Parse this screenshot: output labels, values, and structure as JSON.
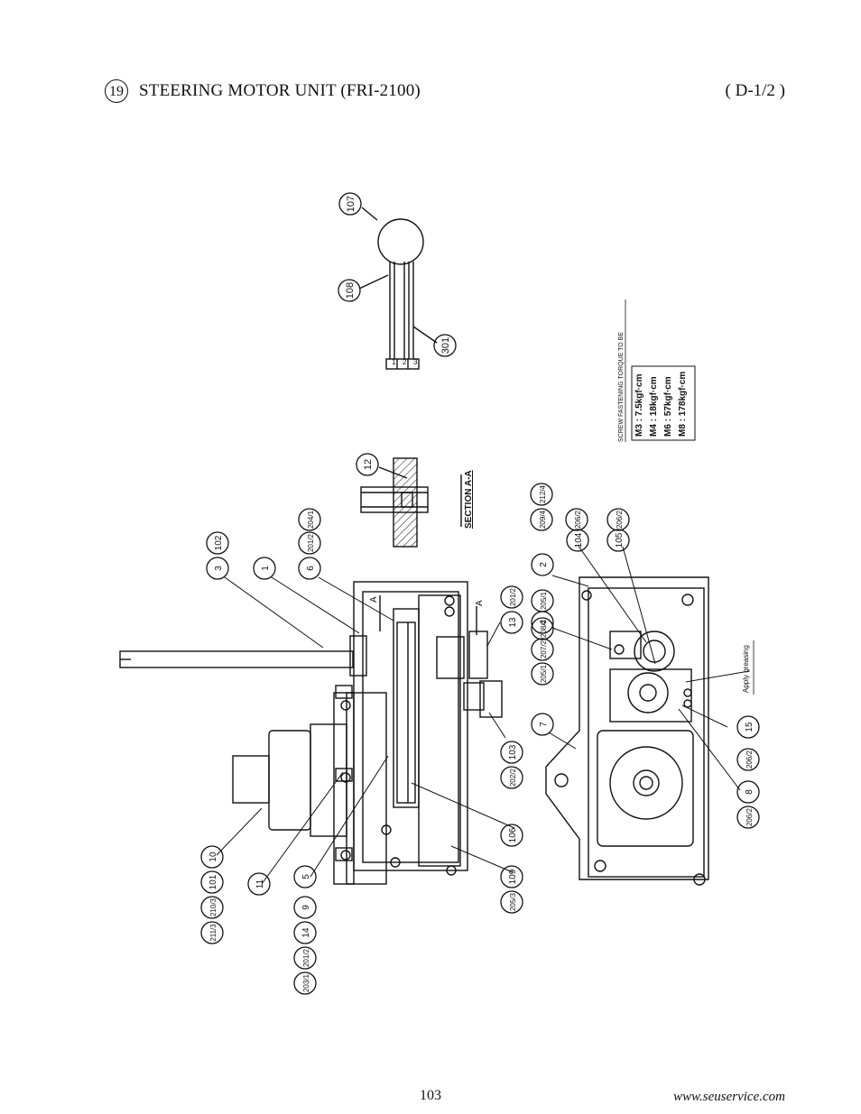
{
  "header": {
    "section_number": "19",
    "title": "STEERING MOTOR UNIT (FRI-2100)",
    "page_ref": "( D-1/2 )"
  },
  "drawing": {
    "connector": {
      "parts": [
        "107",
        "108",
        "301"
      ],
      "pins": [
        "1",
        "2",
        "3"
      ]
    },
    "section_label": "SECTION A-A",
    "section_part": "12",
    "cut_mark": "A",
    "torque_note": {
      "heading": "SCREW FASTENING TORQUE TO BE",
      "rows": [
        "M3 : 7.5kgf·cm",
        "M4 : 18kgf·cm",
        "M6 : 57kgf·cm",
        "M8 : 178kgf·cm"
      ]
    },
    "grease_note": "Apply greasing",
    "balloons": [
      "3",
      "102",
      "1",
      "6",
      "201/2",
      "204/1",
      "13",
      "201/2",
      "209/4",
      "212/4",
      "206/2",
      "206/2",
      "2",
      "104",
      "105",
      "205/1",
      "4",
      "7",
      "205/1",
      "207/2",
      "208/2",
      "103",
      "202/2",
      "106",
      "109",
      "205/3",
      "15",
      "206/2",
      "8",
      "206/2",
      "10",
      "101",
      "210/3",
      "211/3",
      "11",
      "5",
      "9",
      "14",
      "201/2",
      "203/1"
    ]
  },
  "footer": {
    "page_number": "103",
    "url": "www.seuservice.com"
  }
}
